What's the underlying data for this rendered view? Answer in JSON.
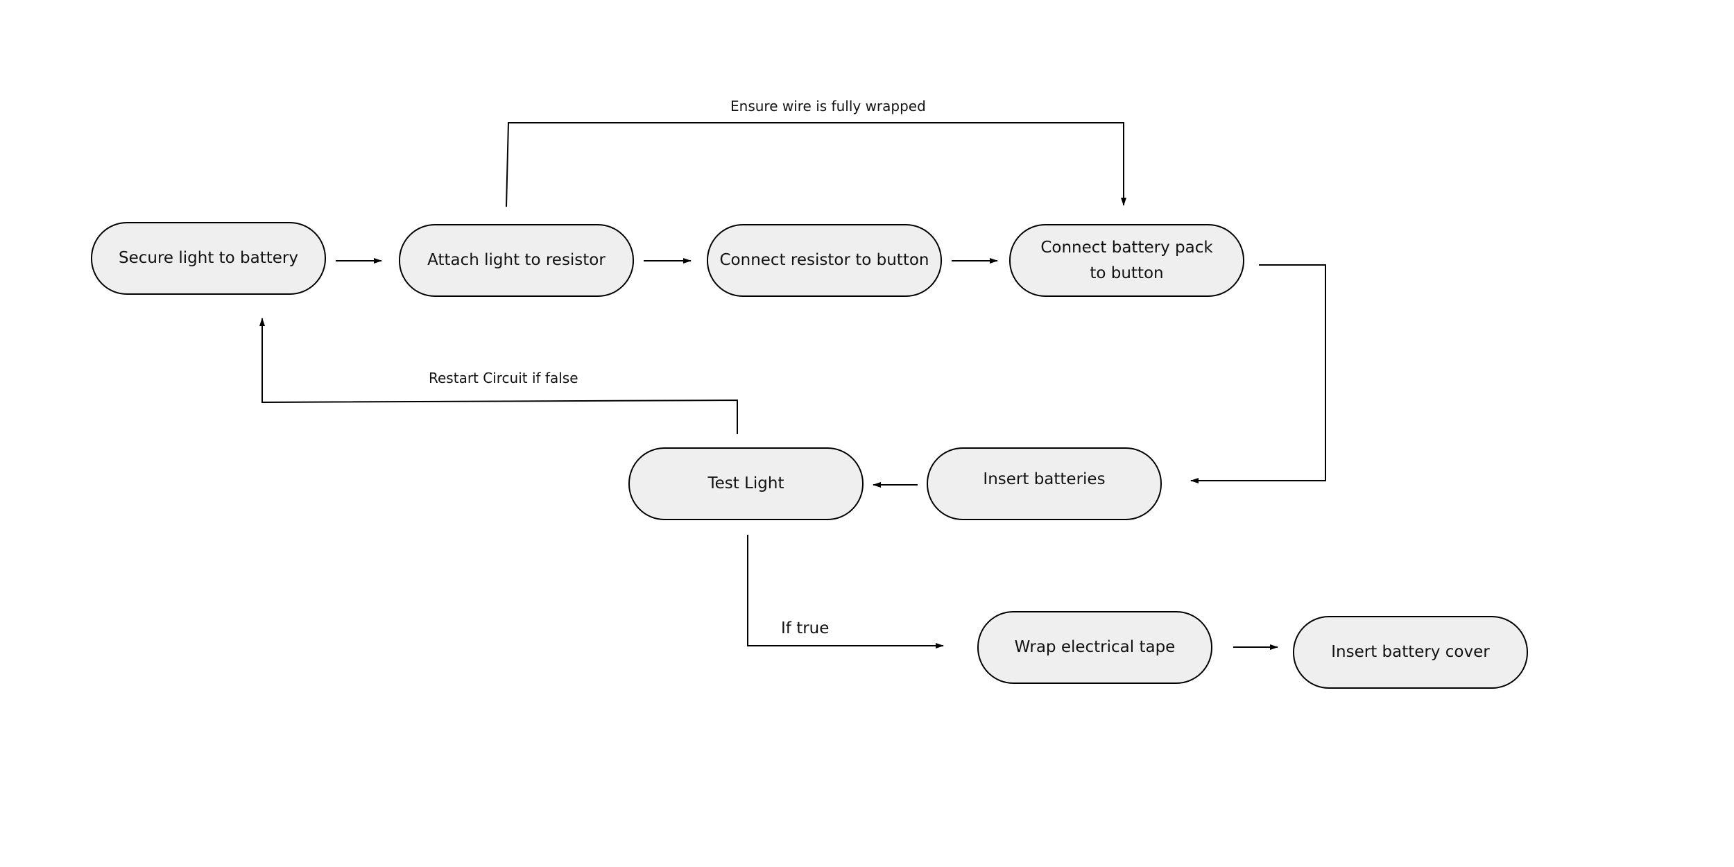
{
  "nodes": {
    "secure_light": "Secure light to battery",
    "attach_light": "Attach light to resistor",
    "connect_resistor": "Connect resistor to button",
    "connect_battery_pack_line1": "Connect battery pack",
    "connect_battery_pack_line2": "to button",
    "insert_batteries": "Insert batteries",
    "test_light": "Test Light",
    "wrap_tape": "Wrap electrical tape",
    "insert_cover": "Insert battery cover"
  },
  "edge_labels": {
    "ensure_wrapped": "Ensure wire is fully wrapped",
    "restart_circuit": "Restart Circuit if false",
    "if_true": "If true"
  },
  "colors": {
    "node_fill": "#efefef",
    "stroke": "#000000"
  }
}
